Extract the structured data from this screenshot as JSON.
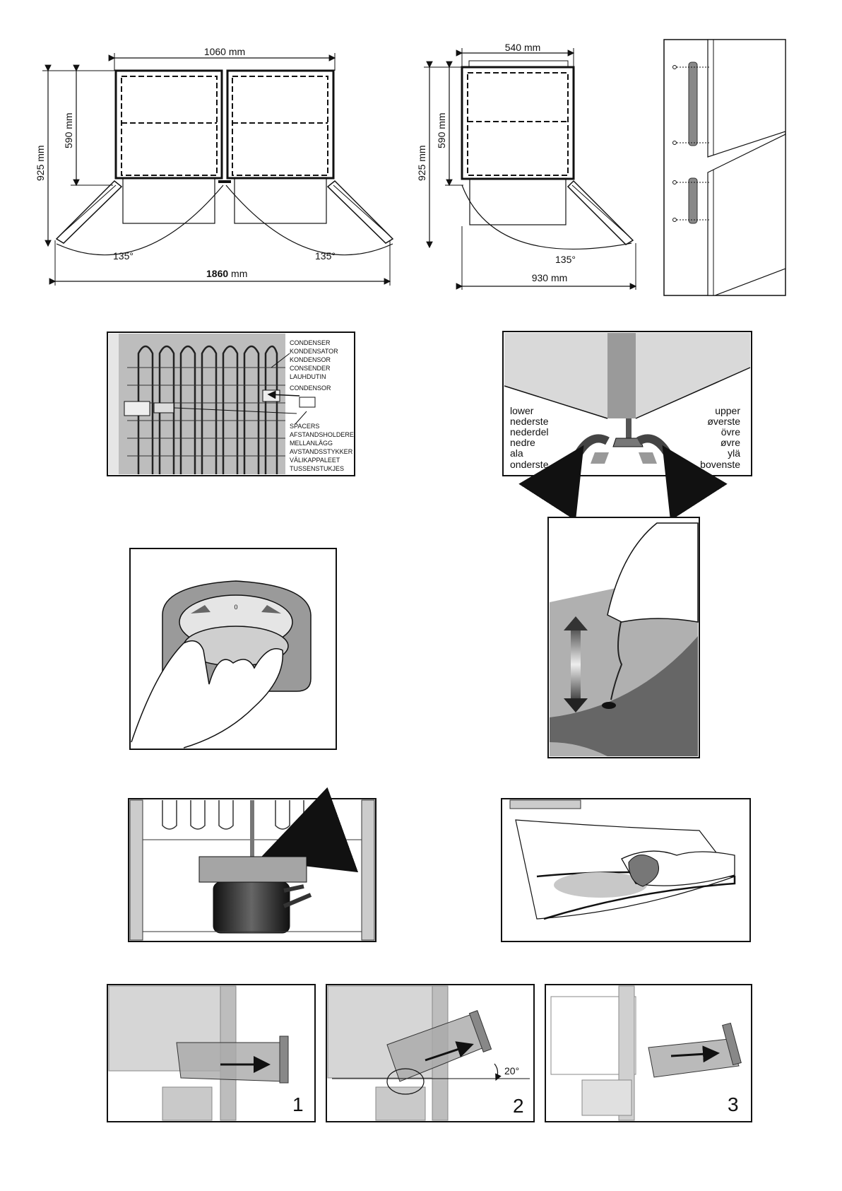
{
  "dimensions_double": {
    "width_top": "1060 mm",
    "height_total": "925 mm",
    "height_cabinet": "590 mm",
    "angle_left": "135°",
    "angle_right": "135°",
    "width_open_bold": "1860",
    "width_open_unit": " mm"
  },
  "dimensions_single": {
    "width_top": "540 mm",
    "height_total": "925 mm",
    "height_cabinet": "590 mm",
    "angle": "135°",
    "width_open": "930 mm"
  },
  "condenser_panel": {
    "condenser_labels": [
      "CONDENSER",
      "KONDENSATOR",
      "KONDENSOR",
      "CONSENDER",
      "LAUHDUTIN",
      "CONDENSOR"
    ],
    "spacer_labels": [
      "SPACERS",
      "AFSTANDSHOLDERE",
      "MELLANLÄGG",
      "AVSTANDSSTYKKER",
      "VÄLIKAPPALEET",
      "TUSSENSTUKJES"
    ]
  },
  "foot_panel": {
    "lower_labels": [
      "lower",
      "nederste",
      "nederdel",
      "nedre",
      "ala",
      "onderste"
    ],
    "upper_labels": [
      "upper",
      "øverste",
      "övre",
      "øvre",
      "ylä",
      "bovenste"
    ]
  },
  "thermostat_panel": {
    "dial_mark": "0"
  },
  "drawer_steps": {
    "step1": "1",
    "step2": "2",
    "step3": "3",
    "angle": "20°"
  },
  "colors": {
    "line": "#111111",
    "panel_gray": "#c8c8c8",
    "dark_gray": "#555555"
  }
}
